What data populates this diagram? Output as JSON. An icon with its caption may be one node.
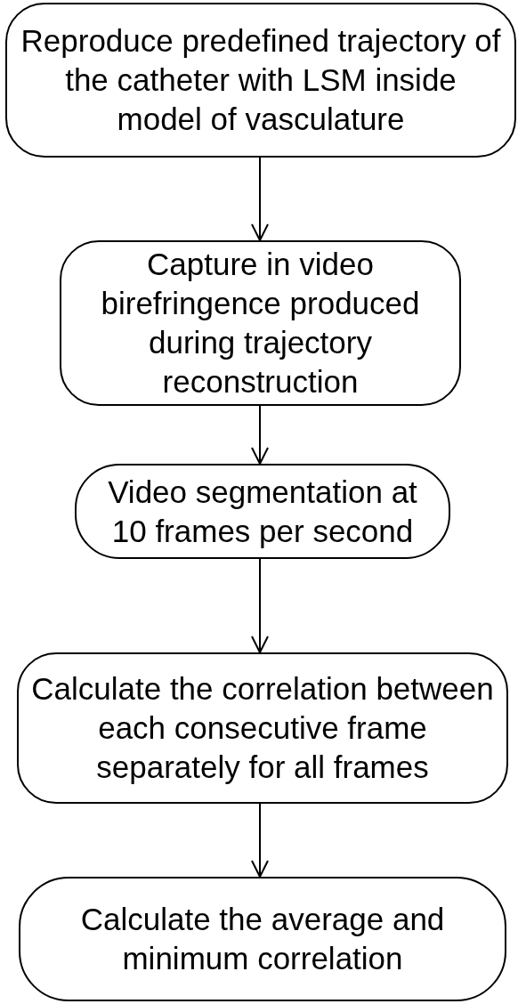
{
  "diagram": {
    "nodes": [
      {
        "text": [
          "Reproduce predefined trajectory of the catheter with LSM inside model of vasculature"
        ]
      },
      {
        "text": [
          "Capture in video birefringence produced during trajectory reconstruction"
        ]
      },
      {
        "text": [
          "Video segmentation at 10 frames per second"
        ]
      },
      {
        "text": [
          "Calculate the correlation between each consecutive frame separately for all frames"
        ]
      },
      {
        "text": [
          "Calculate the average and minimum correlation"
        ]
      }
    ],
    "edges": [
      {
        "from": 0,
        "to": 1,
        "arrow": "to"
      },
      {
        "from": 1,
        "to": 2,
        "arrow": "to"
      },
      {
        "from": 2,
        "to": 3,
        "arrow": "to"
      },
      {
        "from": 3,
        "to": 4,
        "arrow": "to"
      }
    ]
  }
}
